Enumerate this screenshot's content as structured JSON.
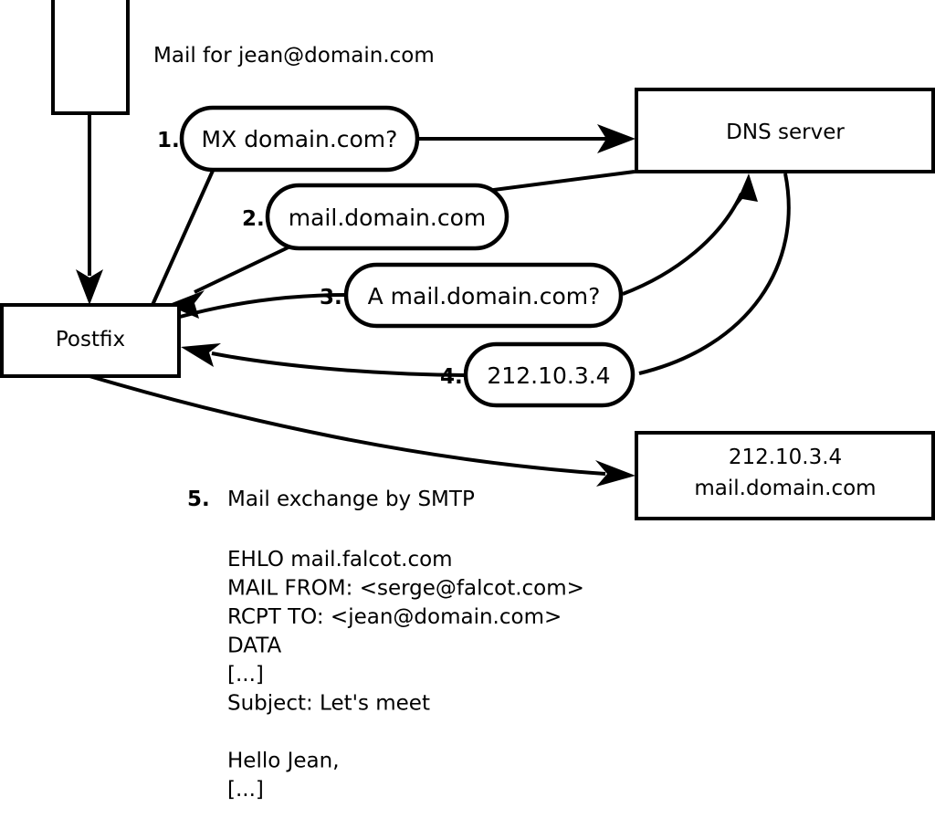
{
  "diagram": {
    "title_note": "Mail for jean@domain.com",
    "nodes": {
      "client_box": {
        "label": ""
      },
      "postfix_box": {
        "label": "Postfix"
      },
      "dns_box": {
        "label": "DNS server"
      },
      "mail_server_box": {
        "line1": "212.10.3.4",
        "line2": "mail.domain.com"
      }
    },
    "steps": [
      {
        "number": "1.",
        "message": "MX domain.com?"
      },
      {
        "number": "2.",
        "message": "mail.domain.com"
      },
      {
        "number": "3.",
        "message": "A mail.domain.com?"
      },
      {
        "number": "4.",
        "message": "212.10.3.4"
      }
    ],
    "step5": {
      "number": "5.",
      "label": "Mail exchange by SMTP"
    },
    "smtp_transcript": [
      "EHLO mail.falcot.com",
      "MAIL FROM: <serge@falcot.com>",
      "RCPT TO: <jean@domain.com>",
      "DATA",
      "[...]",
      "Subject: Let's meet",
      "",
      "Hello Jean,",
      "[...]",
      "",
      "."
    ],
    "colors": {
      "stroke": "#000000",
      "fill": "#ffffff",
      "text": "#000000"
    }
  }
}
